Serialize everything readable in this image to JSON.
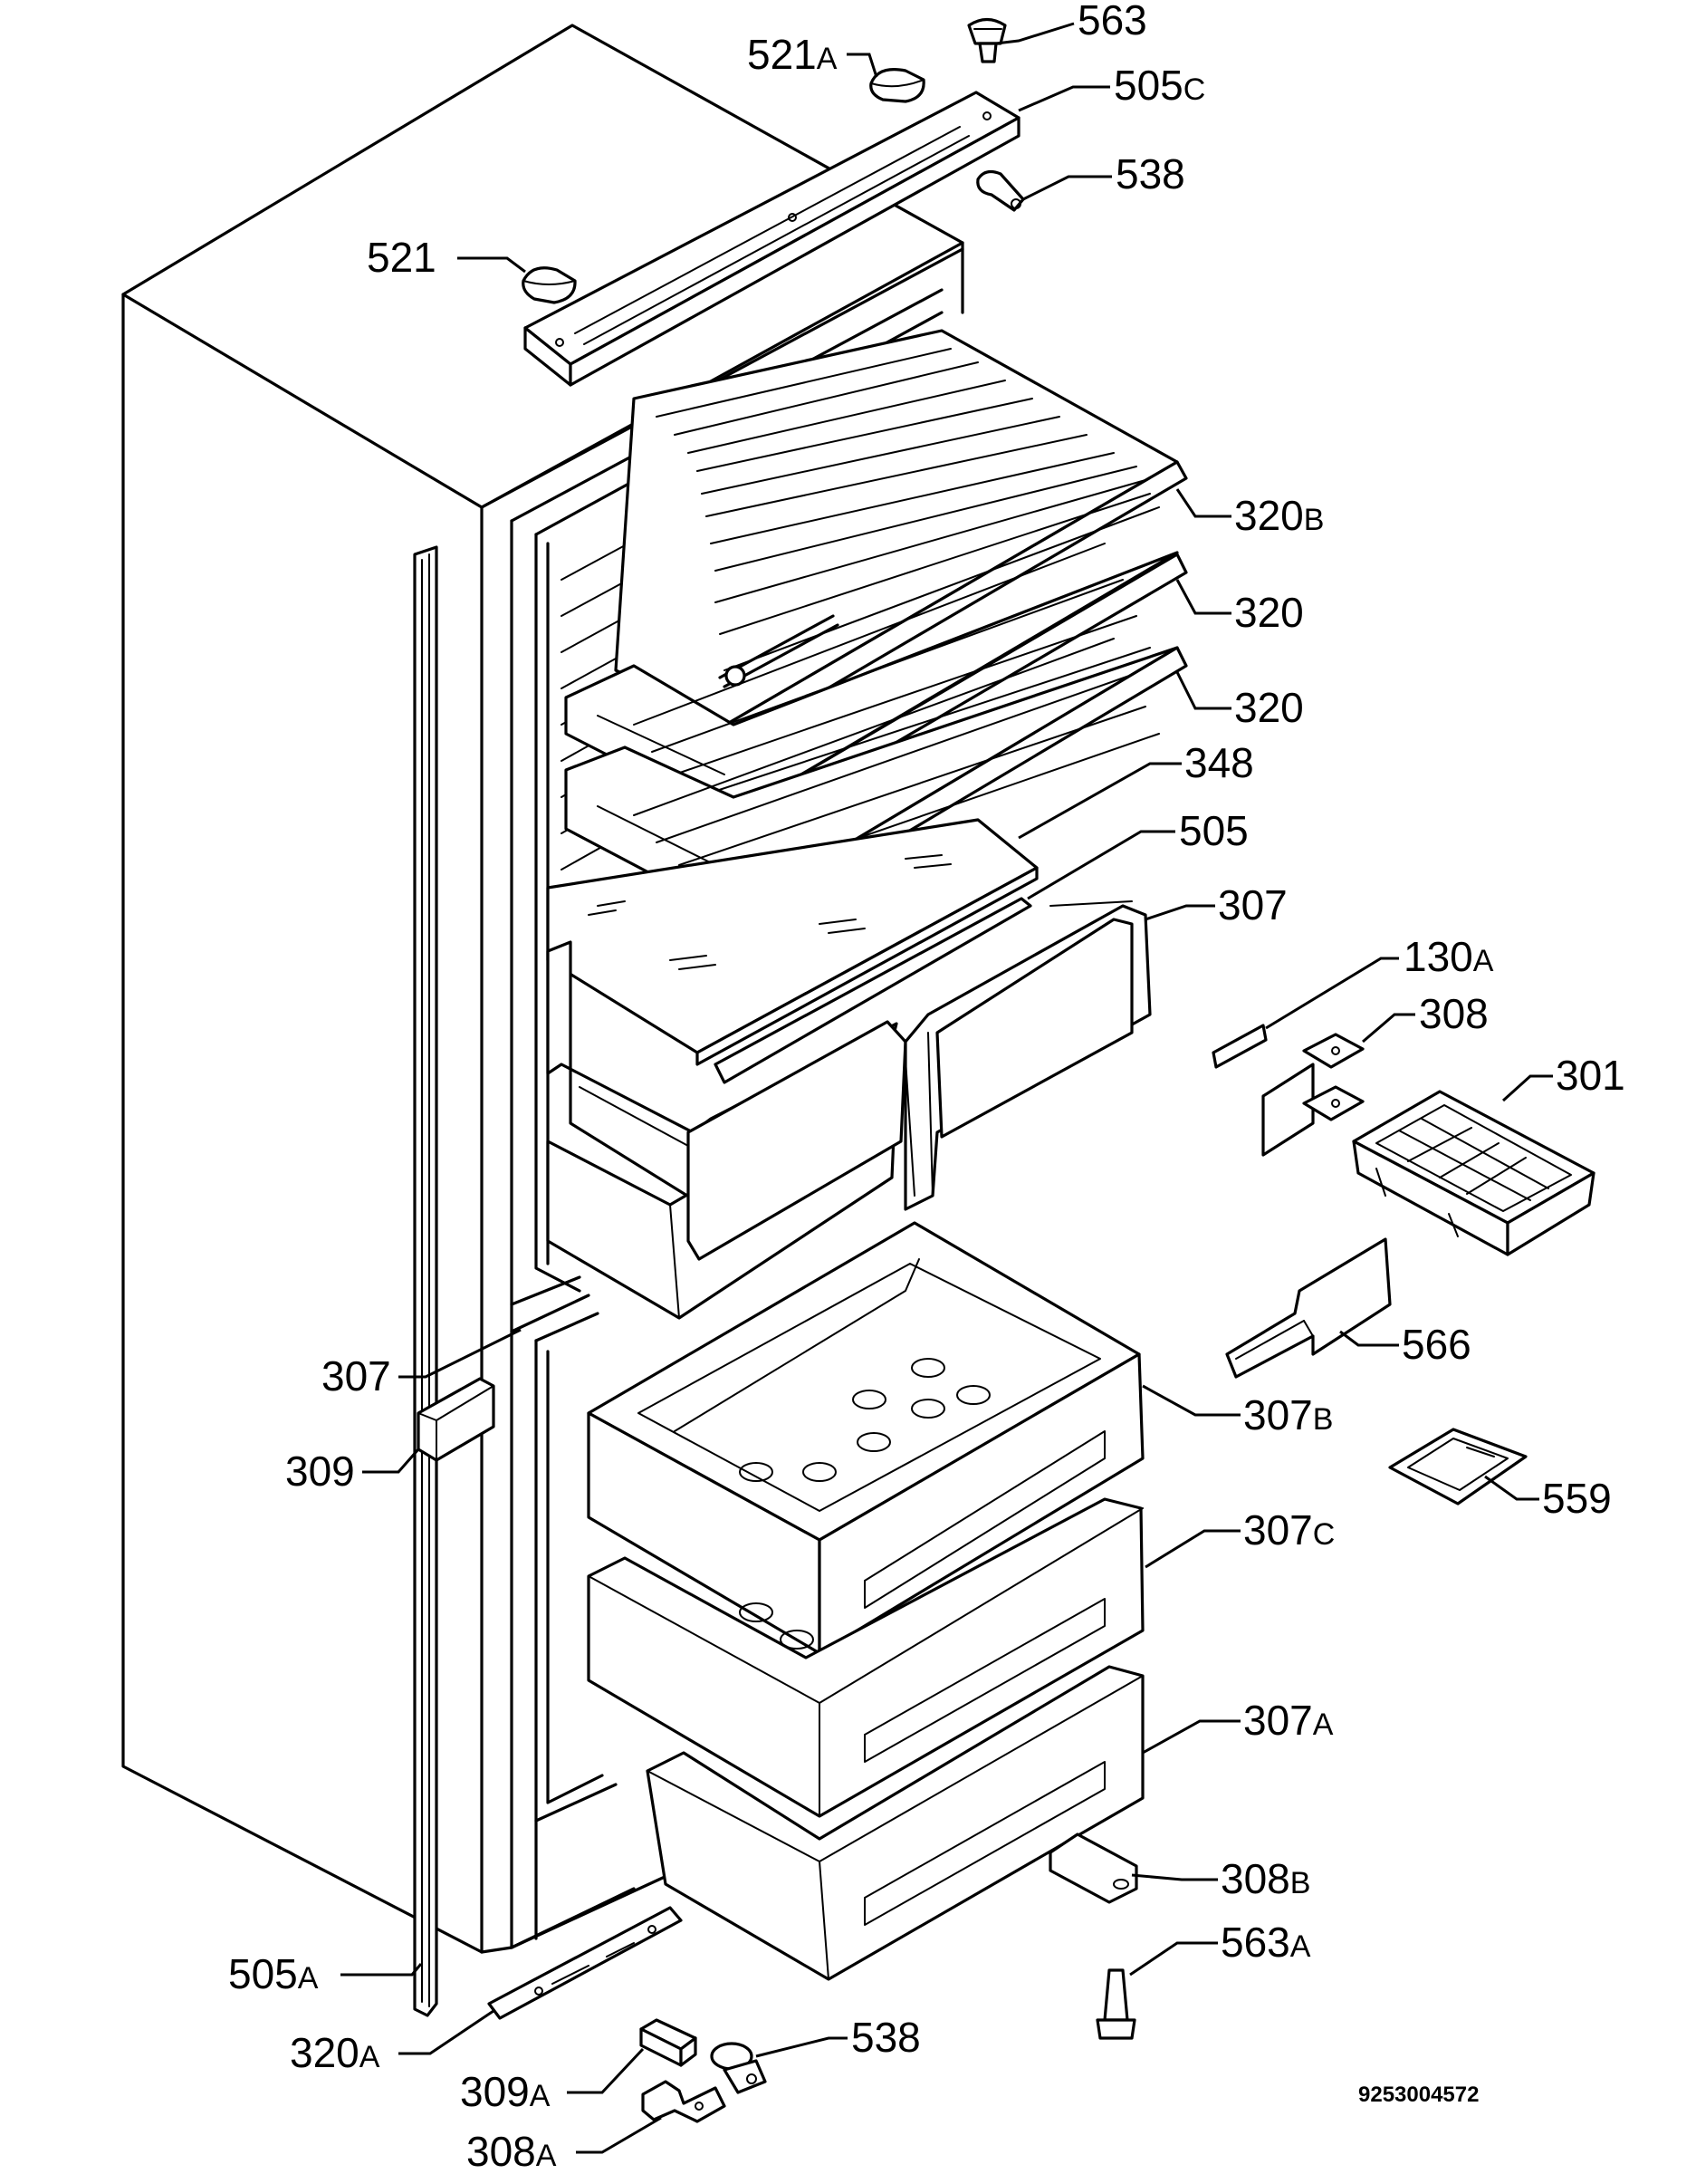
{
  "callouts": [
    {
      "id": "563",
      "num": "563",
      "suffix": ""
    },
    {
      "id": "521A",
      "num": "521",
      "suffix": "A"
    },
    {
      "id": "505C",
      "num": "505",
      "suffix": "C"
    },
    {
      "id": "538t",
      "num": "538",
      "suffix": ""
    },
    {
      "id": "521",
      "num": "521",
      "suffix": ""
    },
    {
      "id": "320B",
      "num": "320",
      "suffix": "B"
    },
    {
      "id": "320a",
      "num": "320",
      "suffix": ""
    },
    {
      "id": "320b",
      "num": "320",
      "suffix": ""
    },
    {
      "id": "348",
      "num": "348",
      "suffix": ""
    },
    {
      "id": "505",
      "num": "505",
      "suffix": ""
    },
    {
      "id": "307t",
      "num": "307",
      "suffix": ""
    },
    {
      "id": "130A",
      "num": "130",
      "suffix": "A"
    },
    {
      "id": "308",
      "num": "308",
      "suffix": ""
    },
    {
      "id": "301",
      "num": "301",
      "suffix": ""
    },
    {
      "id": "566",
      "num": "566",
      "suffix": ""
    },
    {
      "id": "307l",
      "num": "307",
      "suffix": ""
    },
    {
      "id": "307B",
      "num": "307",
      "suffix": "B"
    },
    {
      "id": "309",
      "num": "309",
      "suffix": ""
    },
    {
      "id": "559",
      "num": "559",
      "suffix": ""
    },
    {
      "id": "307C",
      "num": "307",
      "suffix": "C"
    },
    {
      "id": "307A",
      "num": "307",
      "suffix": "A"
    },
    {
      "id": "308B",
      "num": "308",
      "suffix": "B"
    },
    {
      "id": "563A",
      "num": "563",
      "suffix": "A"
    },
    {
      "id": "505A",
      "num": "505",
      "suffix": "A"
    },
    {
      "id": "320A",
      "num": "320",
      "suffix": "A"
    },
    {
      "id": "538b",
      "num": "538",
      "suffix": ""
    },
    {
      "id": "309A",
      "num": "309",
      "suffix": "A"
    },
    {
      "id": "308A",
      "num": "308",
      "suffix": "A"
    }
  ],
  "doc_number": "9253004572"
}
